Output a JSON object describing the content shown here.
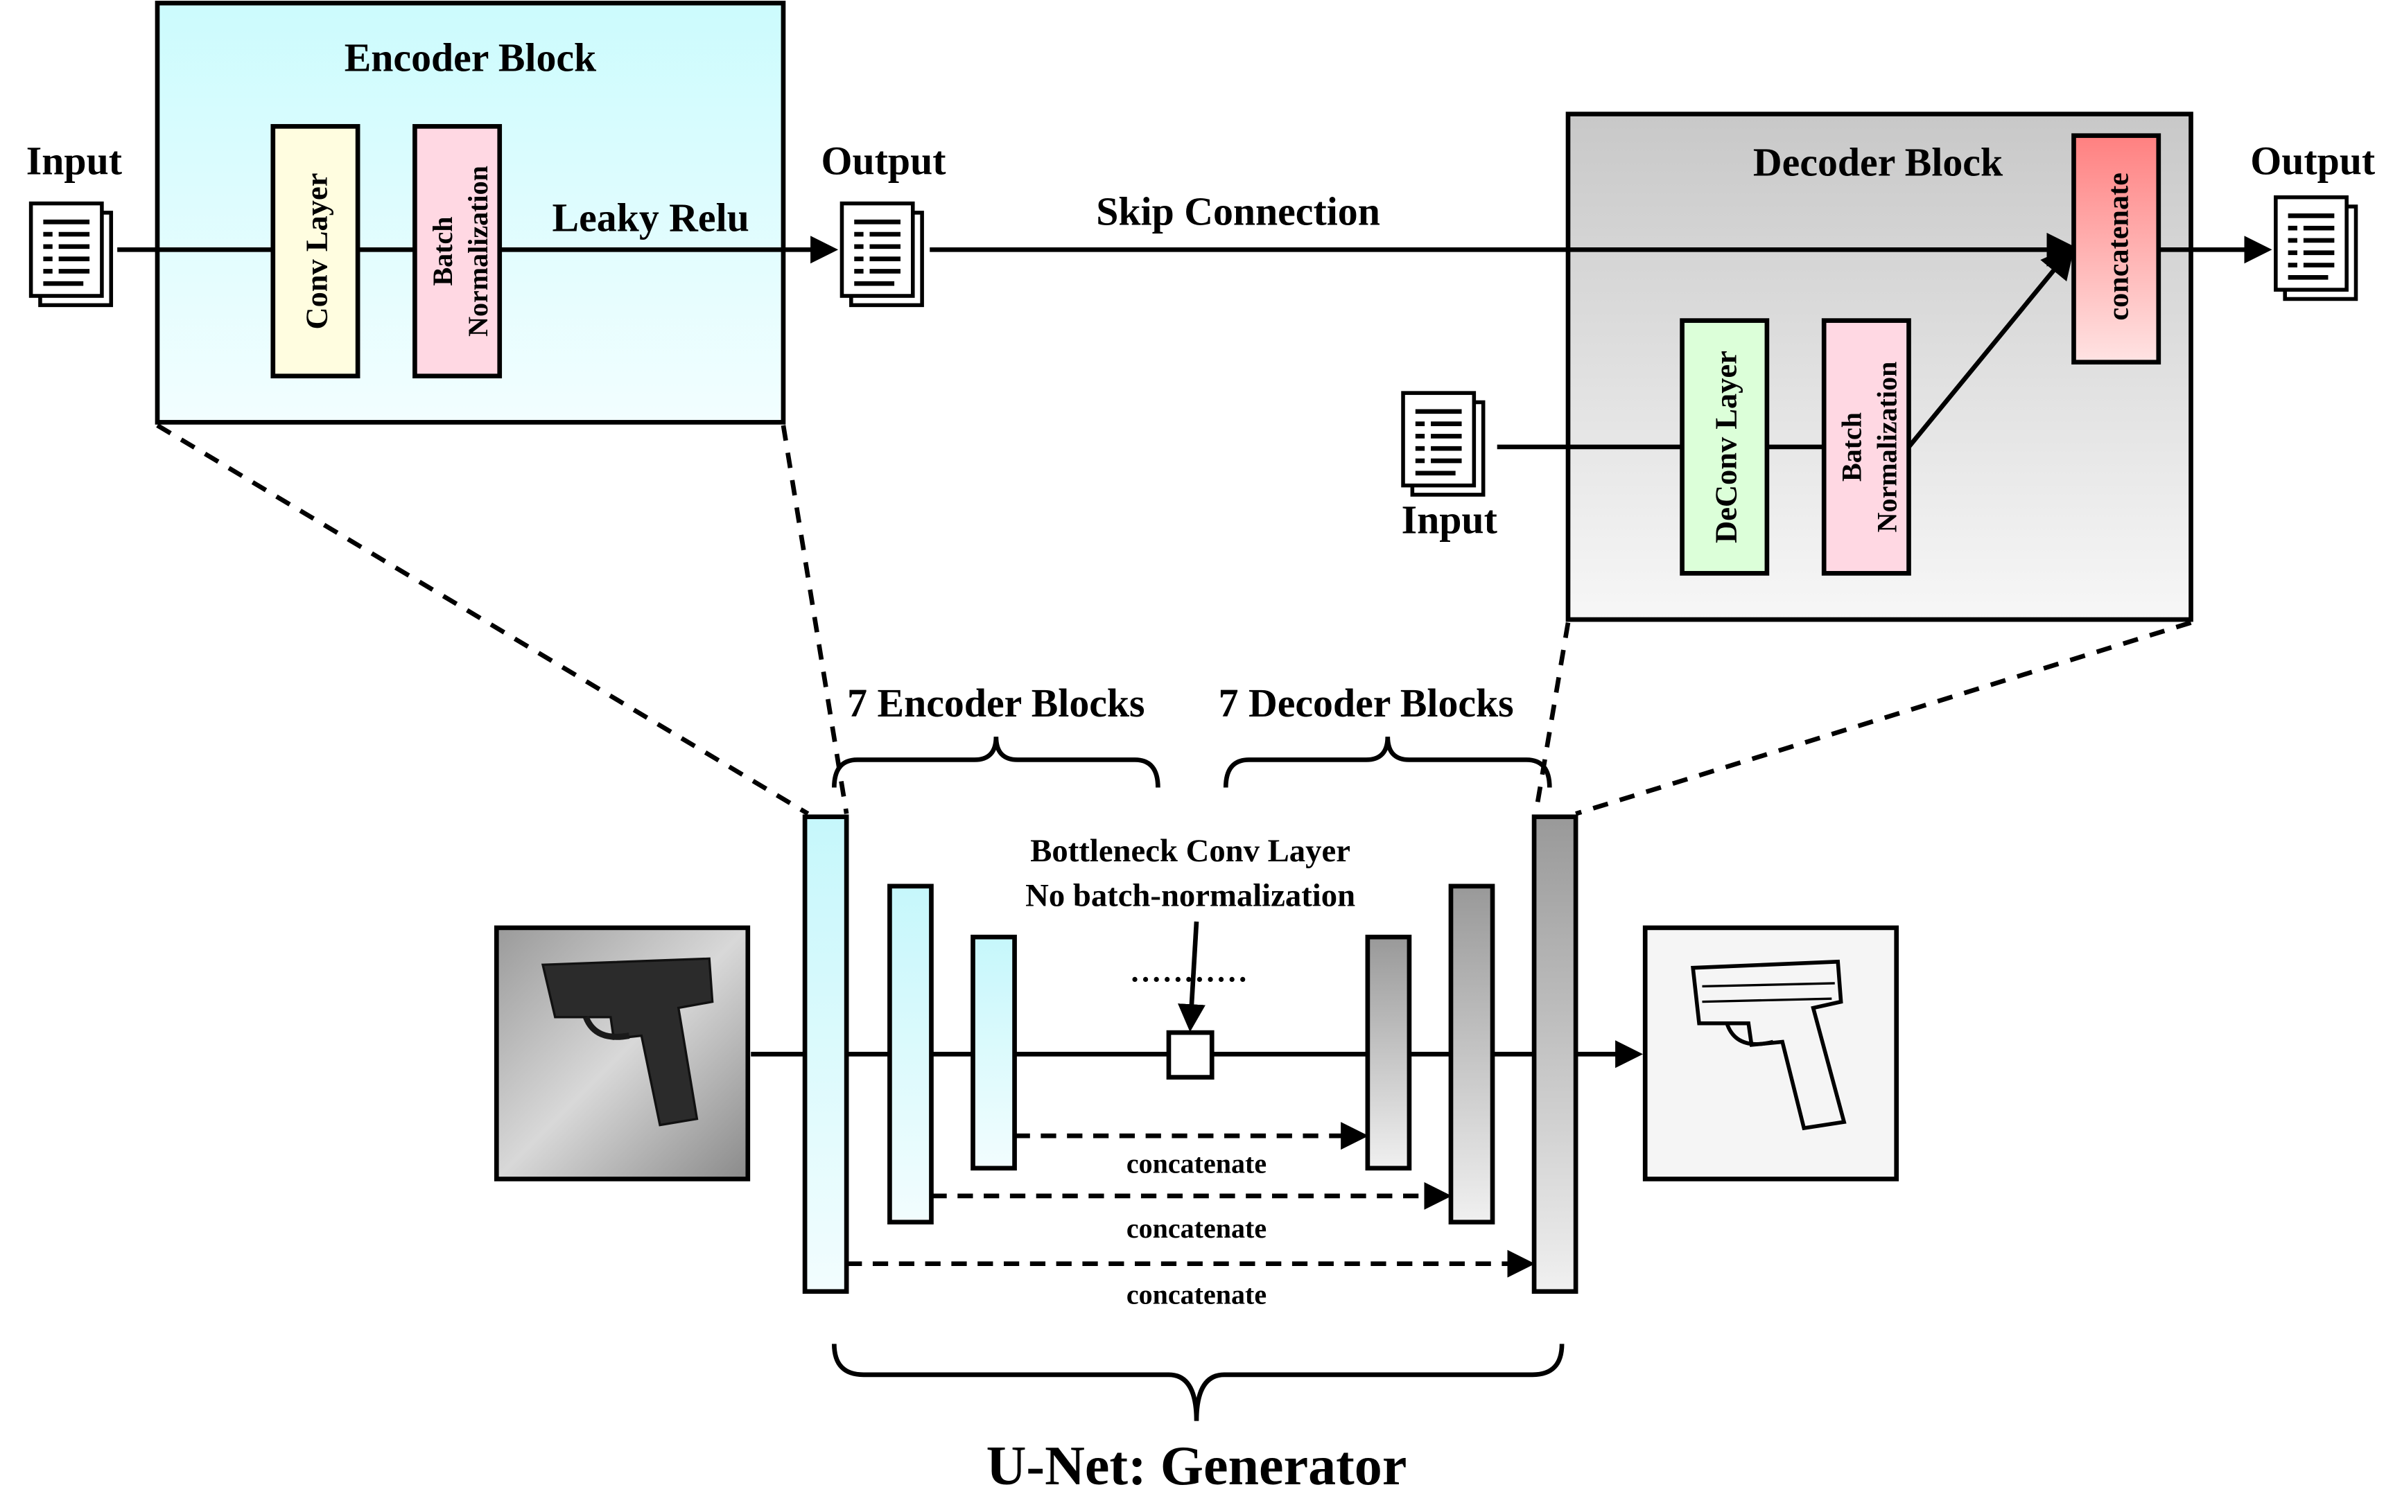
{
  "colors": {
    "encoder_bg_top": "#ccfbfd",
    "encoder_bg_bottom": "#f2feff",
    "decoder_bg_top": "#c8c8c8",
    "decoder_bg_bottom": "#f7f7f7",
    "conv_fill": "#fffde0",
    "batch_fill": "#ffd8e3",
    "deconv_fill": "#dcffd9",
    "concat_fill_top": "#ff8080",
    "concat_fill_bottom": "#ffe3e3",
    "enc_layer_top": "#c6f7fb",
    "enc_layer_bottom": "#f2fdfe",
    "dec_layer_top": "#999999",
    "dec_layer_bottom": "#f0f0f0",
    "stroke": "#000000"
  },
  "encoder_block": {
    "title": "Encoder Block",
    "conv_label": "Conv Layer",
    "batch_label_1": "Batch",
    "batch_label_2": "Normalization",
    "activation_label": "Leaky Relu",
    "input_label": "Input",
    "output_label": "Output"
  },
  "skip": {
    "label": "Skip Connection"
  },
  "decoder_block": {
    "title": "Decoder Block",
    "deconv_label": "DeConv Layer",
    "batch_label_1": "Batch",
    "batch_label_2": "Normalization",
    "concat_label": "concatenate",
    "input_label": "Input",
    "output_label": "Output"
  },
  "unet": {
    "encoder_count_label": "7 Encoder Blocks",
    "decoder_count_label": "7 Decoder Blocks",
    "bottleneck_label_1": "Bottleneck Conv Layer",
    "bottleneck_label_2": "No batch-normalization",
    "ellipsis": "...........",
    "concat_labels": [
      "concatenate",
      "concatenate",
      "concatenate"
    ],
    "title": "U-Net: Generator",
    "input_image_icon": "handgun-photo-icon",
    "output_image_icon": "handgun-sketch-icon"
  }
}
